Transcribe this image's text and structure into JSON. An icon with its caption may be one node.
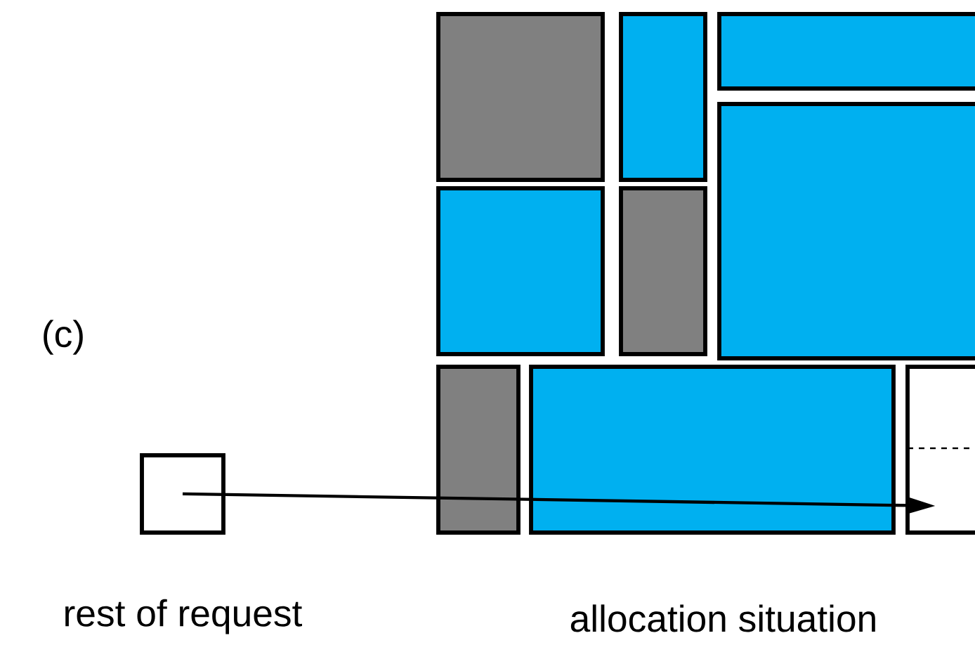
{
  "diagram": {
    "nodes": [
      {
        "text": [],
        "shape": "box",
        "beside": [
          "rest of request"
        ]
      },
      {
        "text": [],
        "shape": "box"
      }
    ],
    "edges": [
      {
        "from": 0,
        "to": 1,
        "arrow": "to"
      }
    ],
    "labels": [
      "(c)",
      "allocation situation"
    ]
  }
}
